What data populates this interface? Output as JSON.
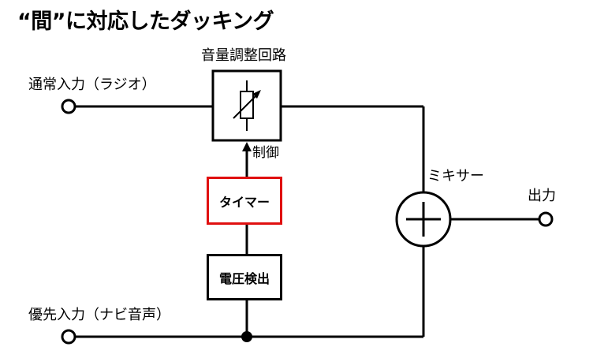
{
  "title": "“間”に対応したダッキング",
  "inputs": {
    "normal": "通常入力（ラジオ）",
    "priority": "優先入力（ナビ音声）"
  },
  "blocks": {
    "volume_control": "音量調整回路",
    "timer": "タイマー",
    "voltage_detect": "電圧検出",
    "mixer": "ミキサー"
  },
  "signals": {
    "control": "制御",
    "output": "出力"
  },
  "colors": {
    "timer_border": "#e01010",
    "line": "#000000"
  }
}
